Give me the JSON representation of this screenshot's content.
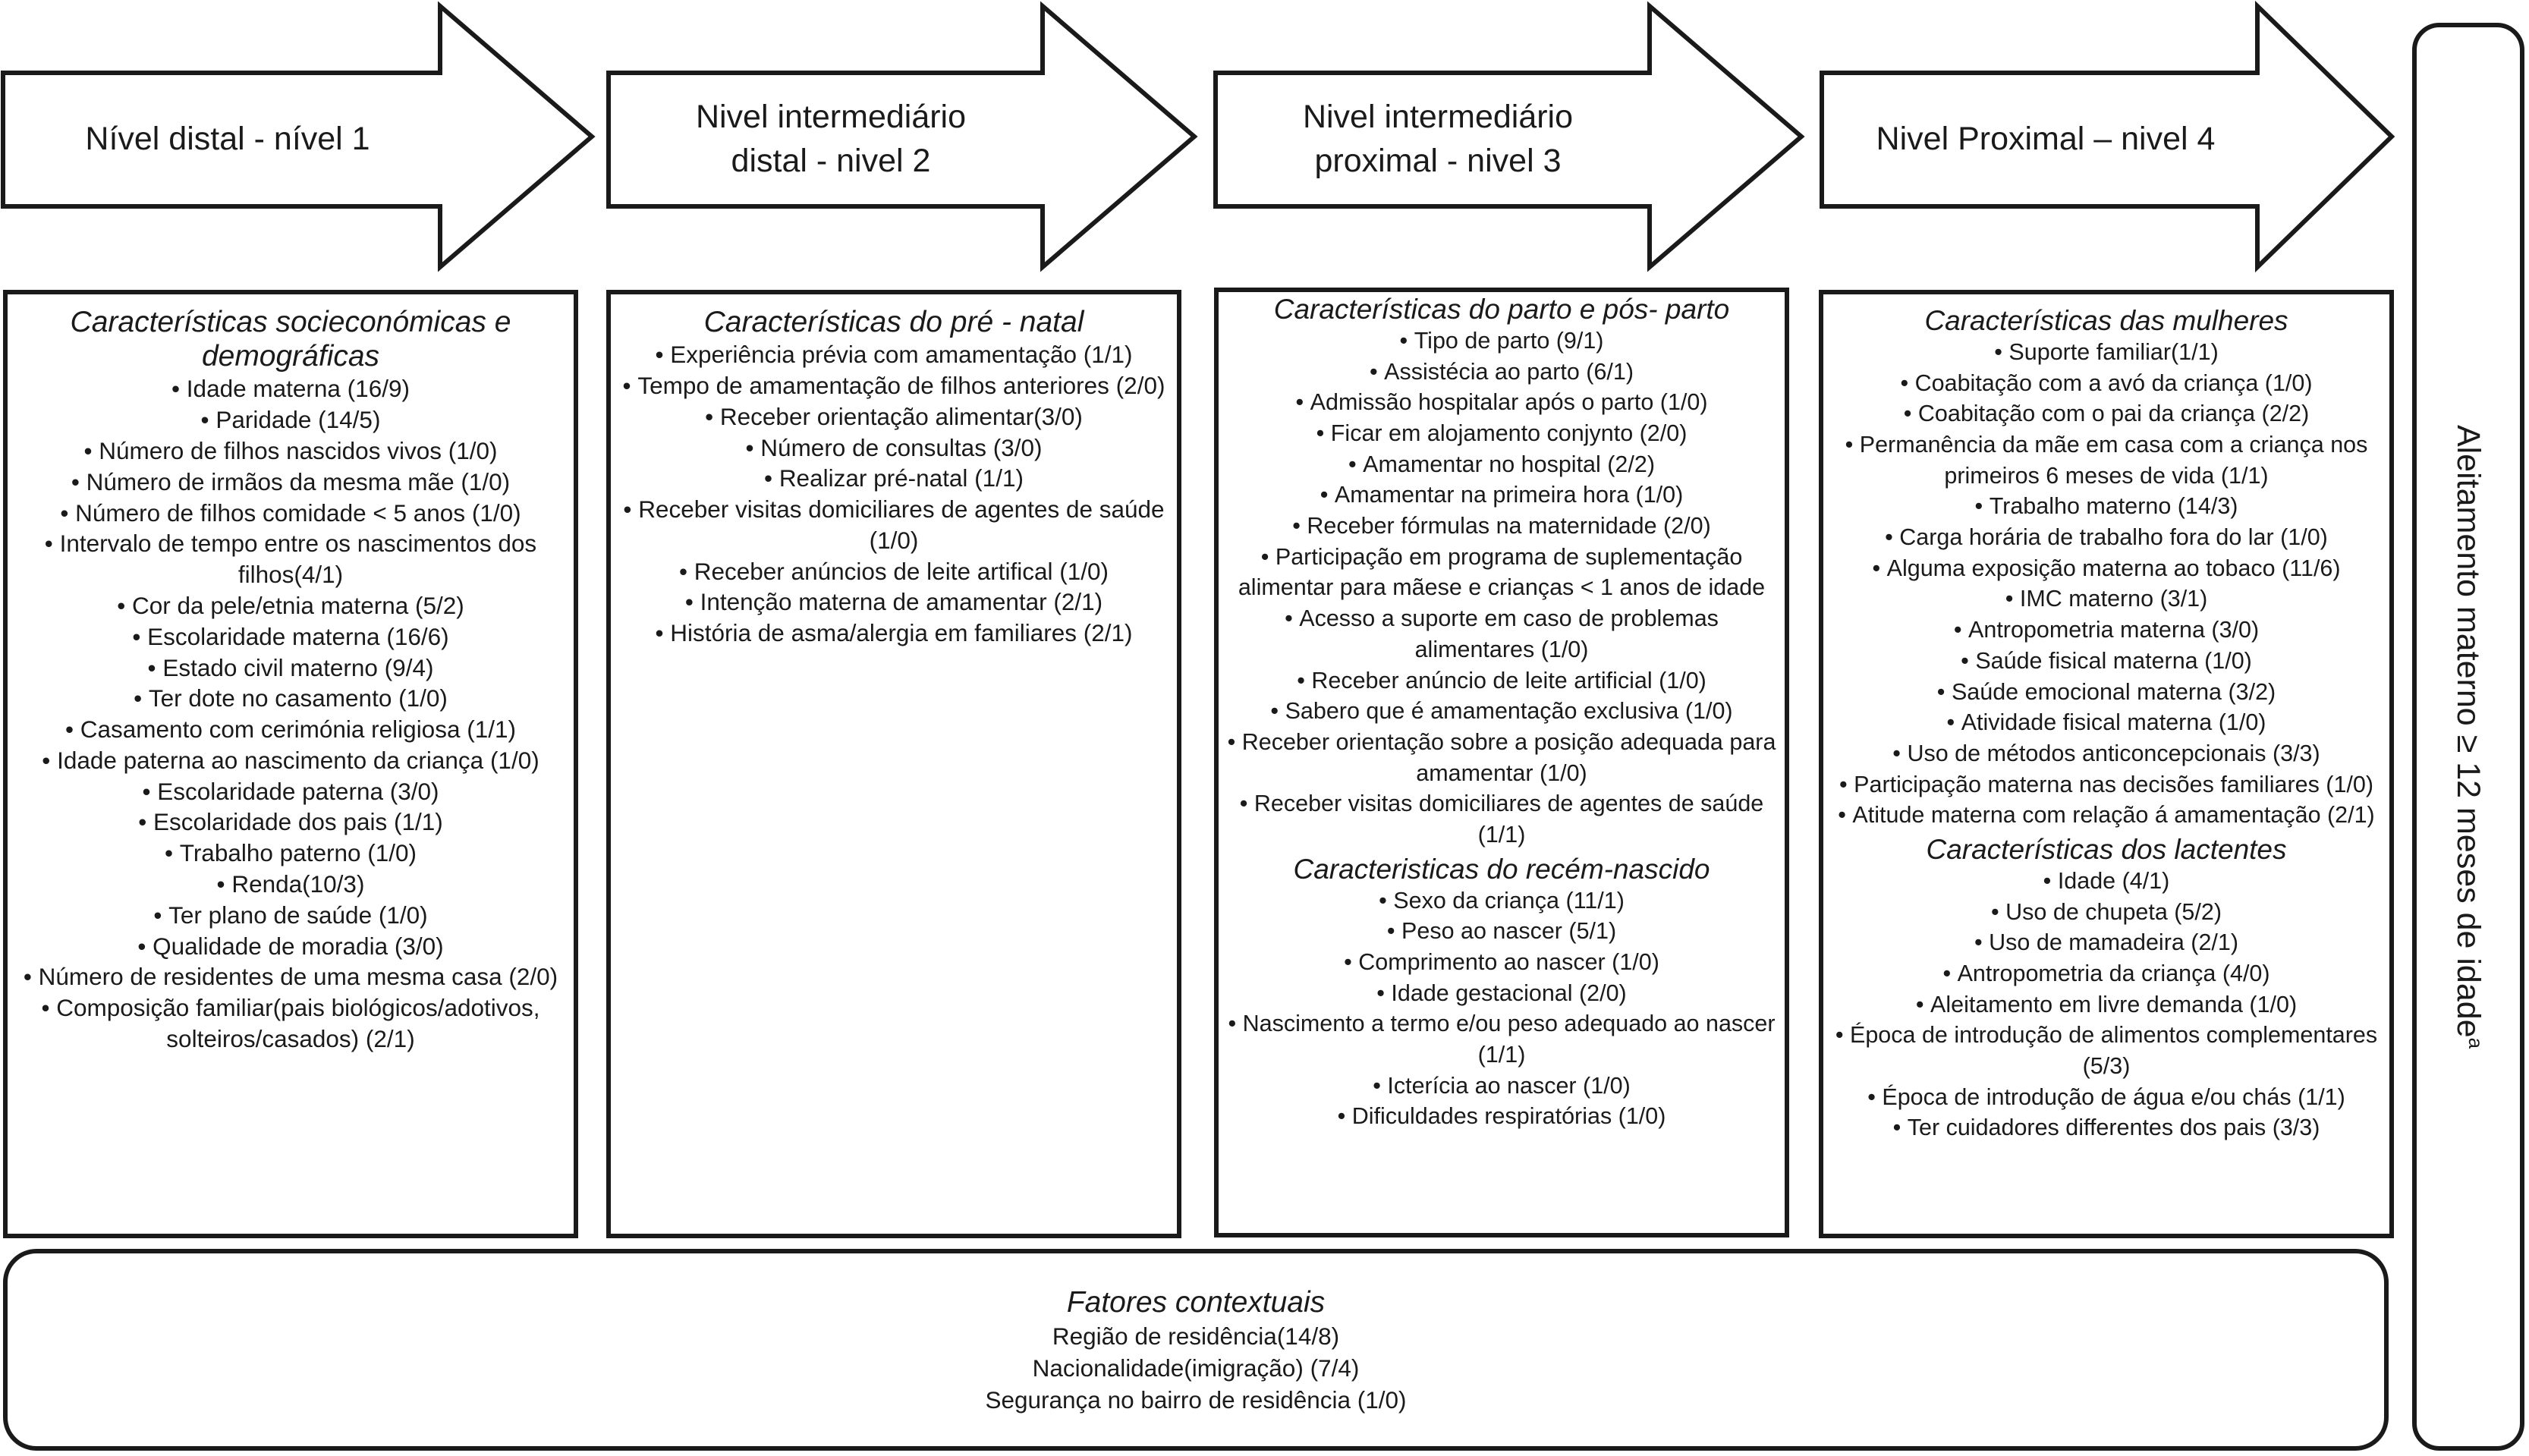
{
  "levels": [
    {
      "label": "Nível distal - nível 1"
    },
    {
      "label": "Nivel intermediário\ndistal - nivel 2"
    },
    {
      "label": "Nivel intermediário\nproximal - nivel 3"
    },
    {
      "label": "Nivel Proximal  – nivel 4"
    }
  ],
  "boxes": [
    {
      "title": "Características socieconómicas e demográficas",
      "items": [
        "Idade materna (16/9)",
        "Paridade (14/5)",
        "Número de filhos nascidos vivos (1/0)",
        "Número de irmãos da mesma mãe (1/0)",
        "Número de filhos comidade < 5 anos (1/0)",
        "Intervalo de  tempo entre os nascimentos dos filhos(4/1)",
        "Cor da pele/etnia materna (5/2)",
        "Escolaridade materna (16/6)",
        "Estado civil materno (9/4)",
        "Ter dote no casamento (1/0)",
        "Casamento com cerimónia religiosa (1/1)",
        "Idade paterna ao nascimento da criança (1/0)",
        "Escolaridade paterna (3/0)",
        "Escolaridade dos pais (1/1)",
        "Trabalho paterno (1/0)",
        "Renda(10/3)",
        "Ter plano de saúde (1/0)",
        "Qualidade de moradia (3/0)",
        "Número de residentes de uma mesma casa (2/0)",
        "Composição  familiar(pais biológicos/adotivos, solteiros/casados) (2/1)"
      ]
    },
    {
      "title": "Características do pré - natal",
      "items": [
        "Experiência prévia com amamentação (1/1)",
        "Tempo de amamentação  de filhos anteriores (2/0)",
        "Receber orientação  alimentar(3/0)",
        "Número de consultas (3/0)",
        "Realizar pré-natal (1/1)",
        "Receber visitas domiciliares de agentes de saúde (1/0)",
        "Receber anúncios de leite artifical (1/0)",
        "Intenção materna de amamentar (2/1)",
        "História de asma/alergia em familiares (2/1)"
      ]
    },
    {
      "title": "Características do parto e pós- parto",
      "items": [
        "Tipo de parto (9/1)",
        "Assistécia ao parto (6/1)",
        "Admissão hospitalar após o parto (1/0)",
        "Ficar em alojamento conjynto  (2/0)",
        "Amamentar no hospital (2/2)",
        "Amamentar na primeira hora (1/0)",
        "Receber fórmulas na maternidade (2/0)",
        "Participação em programa de suplementação alimentar para mãese e crianças < 1 anos de idade",
        "Acesso a suporte em caso de problemas alimentares (1/0)",
        "Receber anúncio de leite artificial (1/0)",
        "Sabero que é amamentação exclusiva (1/0)",
        "Receber orientação sobre a posição adequada para amamentar (1/0)",
        "Receber visitas domiciliares de agentes de saúde (1/1)"
      ],
      "subtitle": "Caracteristicas do recém-nascido",
      "subitems": [
        "Sexo da criança (11/1)",
        "Peso ao nascer (5/1)",
        "Comprimento ao nascer  (1/0)",
        "Idade gestacional  (2/0)",
        "Nascimento a termo e/ou peso adequado ao nascer (1/1)",
        "Icterícia ao nascer (1/0)",
        "Dificuldades respiratórias (1/0)"
      ]
    },
    {
      "title": "Características das mulheres",
      "items": [
        "Suporte familiar(1/1)",
        "Coabitação com a avó da criança (1/0)",
        "Coabitação com o pai da criança (2/2)",
        "Permanência da mãe em casa com a criança nos primeiros 6 meses de vida (1/1)",
        "Trabalho materno (14/3)",
        "Carga horária de trabalho fora do lar (1/0)",
        "Alguma exposição materna ao tobaco (11/6)",
        "IMC materno (3/1)",
        "Antropometria materna (3/0)",
        "Saúde fisical materna (1/0)",
        "Saúde emocional materna  (3/2)",
        "Atividade fisical materna (1/0)",
        "Uso de métodos anticoncepcionais (3/3)",
        "Participação materna nas decisões familiares (1/0)",
        "Atitude materna com relação á amamentação (2/1)"
      ],
      "subtitle": "Características dos lactentes",
      "subitems": [
        "Idade (4/1)",
        "Uso de chupeta  (5/2)",
        "Uso de mamadeira (2/1)",
        "Antropometria da criança (4/0)",
        "Aleitamento em livre demanda (1/0)",
        "Época de introdução de alimentos complementares (5/3)",
        "Época de introdução  de água e/ou chás (1/1)",
        "Ter cuidadores differentes dos pais  (3/3)"
      ]
    }
  ],
  "context": {
    "title": "Fatores contextuais",
    "items": [
      "Região de residência(14/8)",
      "Nacionalidade(imigração) (7/4)",
      "Segurança no bairro de residência (1/0)"
    ]
  },
  "outcome": {
    "label": "Aleitamento materno ≥ 12  meses de idade",
    "superscript": "a"
  }
}
